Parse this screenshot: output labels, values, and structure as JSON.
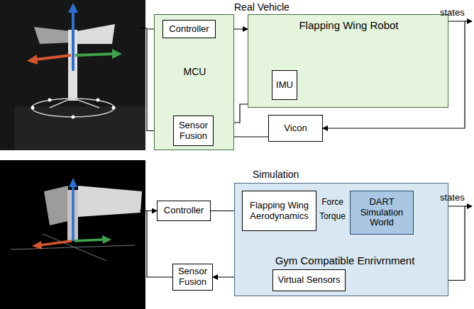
{
  "diagram": {
    "nodes": [
      {
        "text": [
          "MCU"
        ]
      },
      {
        "text": [
          "Controller"
        ],
        "in": 0
      },
      {
        "text": [
          "Sensor Fusion"
        ],
        "in": 0
      },
      {
        "text": [
          "Flapping Wing Robot"
        ]
      },
      {
        "text": [
          "IMU"
        ],
        "in": 3
      },
      {
        "text": [
          "Vicon"
        ]
      },
      {
        "text": [
          "Controller"
        ]
      },
      {
        "text": [
          "Gym Compatible Enrivrnment"
        ]
      },
      {
        "text": [
          "Flapping Wing Aerodynamics"
        ],
        "in": 7
      },
      {
        "text": [
          "DART Simulation World"
        ],
        "in": 7
      },
      {
        "text": [
          "Virtual Sensors"
        ],
        "in": 7
      },
      {
        "text": [
          "Sensor Fusion"
        ]
      }
    ],
    "edges": [
      {
        "from": 1,
        "to": 3,
        "arrow": "to"
      },
      {
        "from": 4,
        "to": 2,
        "arrow": "to"
      },
      {
        "from": 5,
        "to": 2,
        "arrow": "to"
      },
      {
        "from": 3,
        "to": 5,
        "arrow": "to"
      },
      {
        "from": 2,
        "to": 1,
        "arrow": "to"
      },
      {
        "from": 6,
        "to": 8,
        "arrow": "to"
      },
      {
        "from": 8,
        "to": 9,
        "arrow": "to"
      },
      {
        "from": 7,
        "to": 10,
        "arrow": "to"
      },
      {
        "from": 10,
        "to": 11,
        "arrow": "to"
      },
      {
        "from": 11,
        "to": 6,
        "arrow": "to"
      }
    ],
    "labels": [
      "Real Vehicle",
      "states",
      "Simulation",
      "states",
      "Force",
      "Torque"
    ]
  }
}
